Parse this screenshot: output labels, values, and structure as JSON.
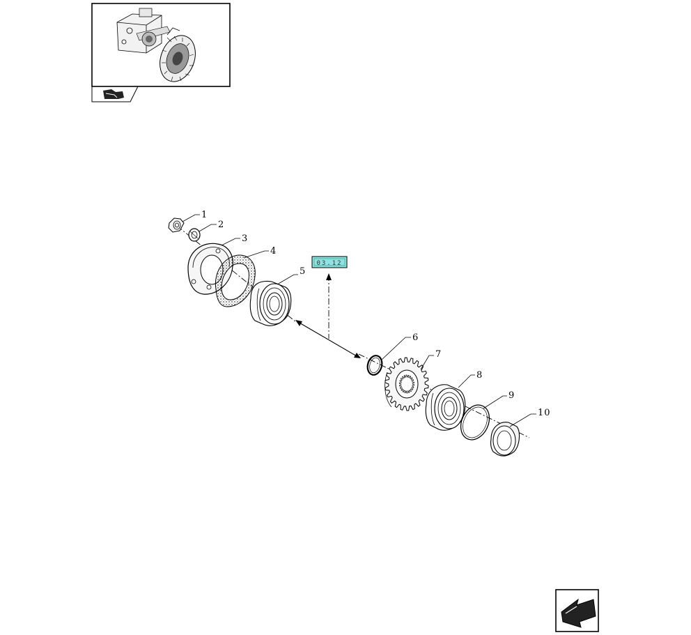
{
  "thumbnail": {
    "icon": "tractor-axle-assembly-thumbnail"
  },
  "nav": {
    "prev_icon": "book-arrow-icon",
    "next_icon": "next-page-arrow-icon"
  },
  "reference_tag": {
    "text": "03.12",
    "color": "#8fe3e0"
  },
  "callouts": [
    {
      "number": "1",
      "part": "nut"
    },
    {
      "number": "2",
      "part": "lock-washer"
    },
    {
      "number": "3",
      "part": "flange-plate"
    },
    {
      "number": "4",
      "part": "gasket"
    },
    {
      "number": "5",
      "part": "bearing"
    },
    {
      "number": "6",
      "part": "snap-ring"
    },
    {
      "number": "7",
      "part": "gear"
    },
    {
      "number": "8",
      "part": "bearing"
    },
    {
      "number": "9",
      "part": "shim-ring"
    },
    {
      "number": "10",
      "part": "seal"
    }
  ]
}
